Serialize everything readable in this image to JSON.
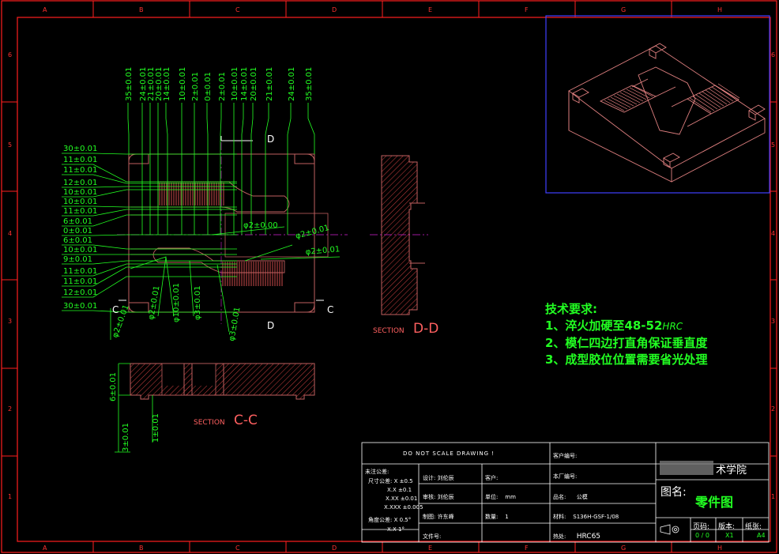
{
  "colors": {
    "bg": "#000000",
    "frame": "#ff1f1f",
    "dim": "#22ff22",
    "part": "#c06060",
    "hatch": "#ff5050",
    "center": "#d020d0",
    "white": "#ffffff",
    "blue": "#4040ff",
    "iso": "#e08080"
  },
  "grid": {
    "cols": [
      "A",
      "B",
      "C",
      "D",
      "E",
      "F",
      "G",
      "H"
    ],
    "rows": [
      "6",
      "5",
      "4",
      "3",
      "2",
      "1"
    ]
  },
  "top_dims": [
    "35±0.01",
    "24±0.01",
    "21±0.01",
    "20±0.01",
    "14±0.01",
    "10±0.01",
    "2±0.01",
    "0±0.01",
    "2±0.01",
    "10±0.01",
    "14±0.01",
    "20±0.01",
    "21±0.01",
    "24±0.01",
    "35±0.01"
  ],
  "left_dims": [
    "30±0.01",
    "11±0.01",
    "11±0.01",
    "12±0.01",
    "10±0.01",
    "10±0.01",
    "11±0.01",
    "6±0.01",
    "0±0.01",
    "6±0.01",
    "10±0.01",
    "9±0.01",
    "11±0.01",
    "11±0.01",
    "12±0.01",
    "30±0.01"
  ],
  "phi_dims": [
    "φ2±0.00",
    "φ2±0.01",
    "φ2±0.01",
    "φ2±0.01",
    "φ2±0.01",
    "φ10±0.01",
    "φ3±0.01",
    "φ3±0.01"
  ],
  "cc_dims": [
    "6±0.01",
    "3±0.01",
    "1±0.01"
  ],
  "labels": {
    "d_top": "D",
    "d_bot": "D",
    "c_left": "C",
    "c_right": "C",
    "section_dd_prefix": "SECTION",
    "section_dd": "D-D",
    "section_cc_prefix": "SECTION",
    "section_cc": "C-C"
  },
  "tech_requirements": {
    "title": "技术要求:",
    "items": [
      {
        "text": "1、淬火加硬至48-52",
        "suffix": "HRC"
      },
      {
        "text": "2、模仁四边打直角保证垂直度",
        "suffix": ""
      },
      {
        "text": "3、成型胶位位置需要省光处理",
        "suffix": ""
      }
    ]
  },
  "title_block": {
    "dns": "DO NOT SCALE DRAWING !",
    "client_no": "客户编号:",
    "school": "术学院",
    "drawing_name_label": "图名:",
    "drawing_name": "零件图",
    "factory_no": "本厂编号:",
    "tol_title": "未注公差:",
    "tol_size": "尺寸公差:",
    "tol_a": "±0.5",
    "tol_b": "±0.1",
    "tol_c": "±0.01",
    "tol_d": "±0.005",
    "angle_tol": "角度公差:",
    "angle_a": "0.5°",
    "angle_b": "1°",
    "designer": "设计:",
    "designer_name": "刘伦辰",
    "checker": "审核:",
    "checker_name": "刘伦辰",
    "drafter": "制图:",
    "drafter_name": "许东峰",
    "file_no": "文件号:",
    "client": "客户:",
    "unit": "单位:",
    "unit_val": "mm",
    "qty": "数量:",
    "qty_val": "1",
    "name": "品名:",
    "name_val": "公模",
    "material": "材料:",
    "material_val": "S136H-GSF-1/08",
    "hardness": "热处:",
    "hardness_val": "HRC65",
    "page_label": "页码:",
    "page_val": "0 / 0",
    "version_label": "版本:",
    "version_val": "X1",
    "paper_label": "纸张:",
    "paper_val": "A4"
  }
}
